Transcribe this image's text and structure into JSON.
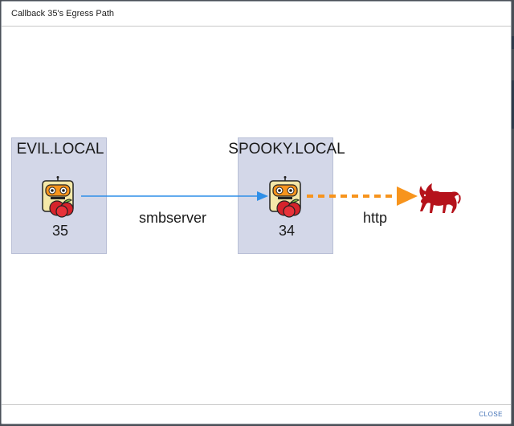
{
  "dialog": {
    "title": "Callback 35's Egress Path",
    "close_label": "CLOSE"
  },
  "graph": {
    "hosts": [
      {
        "name": "EVIL.LOCAL",
        "callback_id": "35"
      },
      {
        "name": "SPOOKY.LOCAL",
        "callback_id": "34"
      }
    ],
    "edges": [
      {
        "label": "smbserver",
        "color": "#2f8fe8",
        "style": "solid"
      },
      {
        "label": "http",
        "color": "#f7941d",
        "style": "dashed"
      }
    ],
    "icons": {
      "agent": "agent-robot-icon",
      "c2_server": "red-lion-icon"
    },
    "colors": {
      "host_box": "#d3d7e8",
      "c2_icon": "#b5121b"
    }
  }
}
